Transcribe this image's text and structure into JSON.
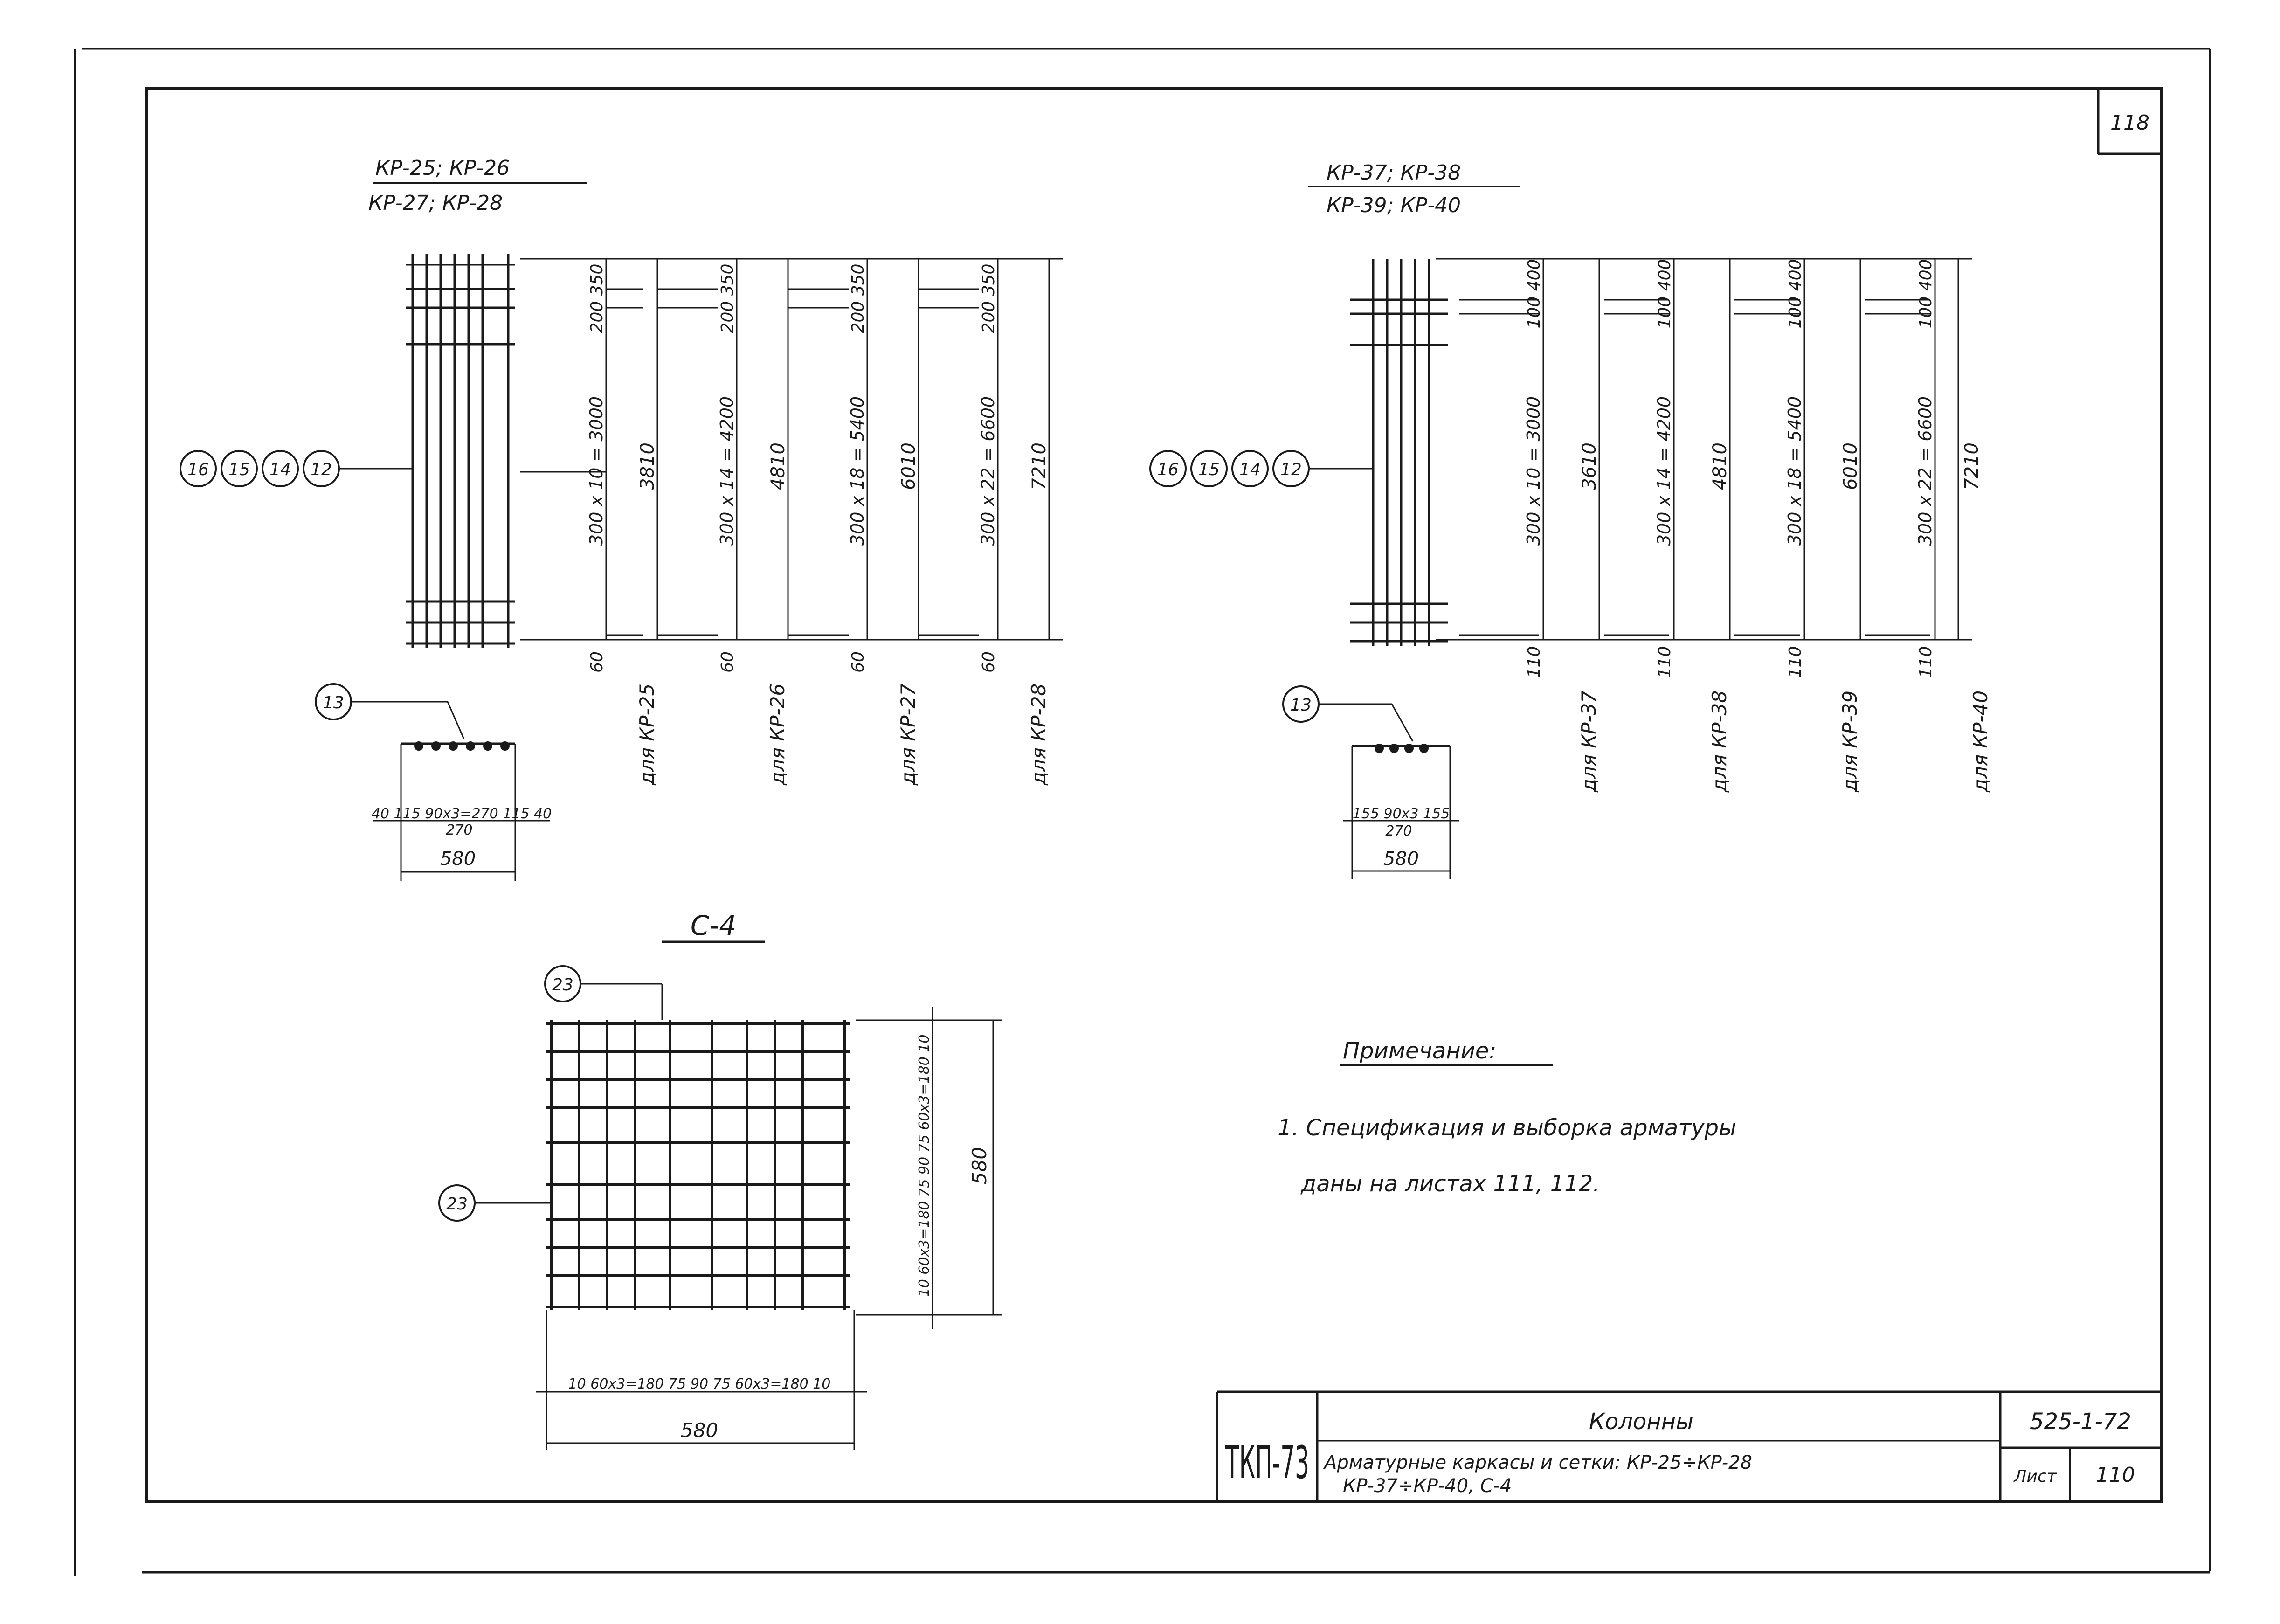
{
  "sheet": {
    "corner_number": "118"
  },
  "left_frame": {
    "title_line1": "КР-25; КР-26",
    "title_line2": "КР-27; КР-28",
    "callouts": [
      "16",
      "15",
      "14",
      "12"
    ],
    "section_callout": "13",
    "top_dims": [
      "200 350",
      "200 350",
      "200 350",
      "200 350"
    ],
    "mid_dims": [
      "300 x 10 = 3000",
      "300 x 14 = 4200",
      "300 x 18 = 5400",
      "300 x 22 = 6600"
    ],
    "totals": [
      "3810",
      "4810",
      "6010",
      "7210"
    ],
    "bottom_dims": [
      "60",
      "60",
      "60",
      "60"
    ],
    "labels": [
      "для КР-25",
      "для КР-26",
      "для КР-27",
      "для КР-28"
    ],
    "section_dims": "40 115 90x3=270 115 40",
    "section_sub": "270",
    "section_total": "580"
  },
  "right_frame": {
    "title_line1": "КР-37; КР-38",
    "title_line2": "КР-39; КР-40",
    "callouts": [
      "16",
      "15",
      "14",
      "12"
    ],
    "section_callout": "13",
    "top_dims": [
      "100 400",
      "100 400",
      "100 400",
      "100 400"
    ],
    "mid_dims": [
      "300 x 10 = 3000",
      "300 x 14 = 4200",
      "300 x 18 = 5400",
      "300 x 22 = 6600"
    ],
    "totals": [
      "3610",
      "4810",
      "6010",
      "7210"
    ],
    "bottom_dims": [
      "110",
      "110",
      "110",
      "110"
    ],
    "labels": [
      "для КР-37",
      "для КР-38",
      "для КР-39",
      "для КР-40"
    ],
    "section_dims": "155 90x3 155",
    "section_sub": "270",
    "section_total": "580"
  },
  "mesh": {
    "title": "С-4",
    "callout_top": "23",
    "callout_left": "23",
    "bottom_dims": "10 60x3=180 75 90 75 60x3=180 10",
    "bottom_total": "580",
    "right_dims": "10 60x3=180 75 90 75 60x3=180 10",
    "right_total": "580"
  },
  "note": {
    "heading": "Примечание:",
    "line1": "1. Спецификация и выборка арматуры",
    "line2": "даны на листах 111, 112."
  },
  "title_block": {
    "org": "ТКП-73",
    "section": "Колонны",
    "code": "525-1-72",
    "desc_line1": "Арматурные каркасы и сетки: КР-25÷КР-28",
    "desc_line2": "КР-37÷КР-40, С-4",
    "sheet_label": "Лист",
    "sheet_number": "110"
  }
}
